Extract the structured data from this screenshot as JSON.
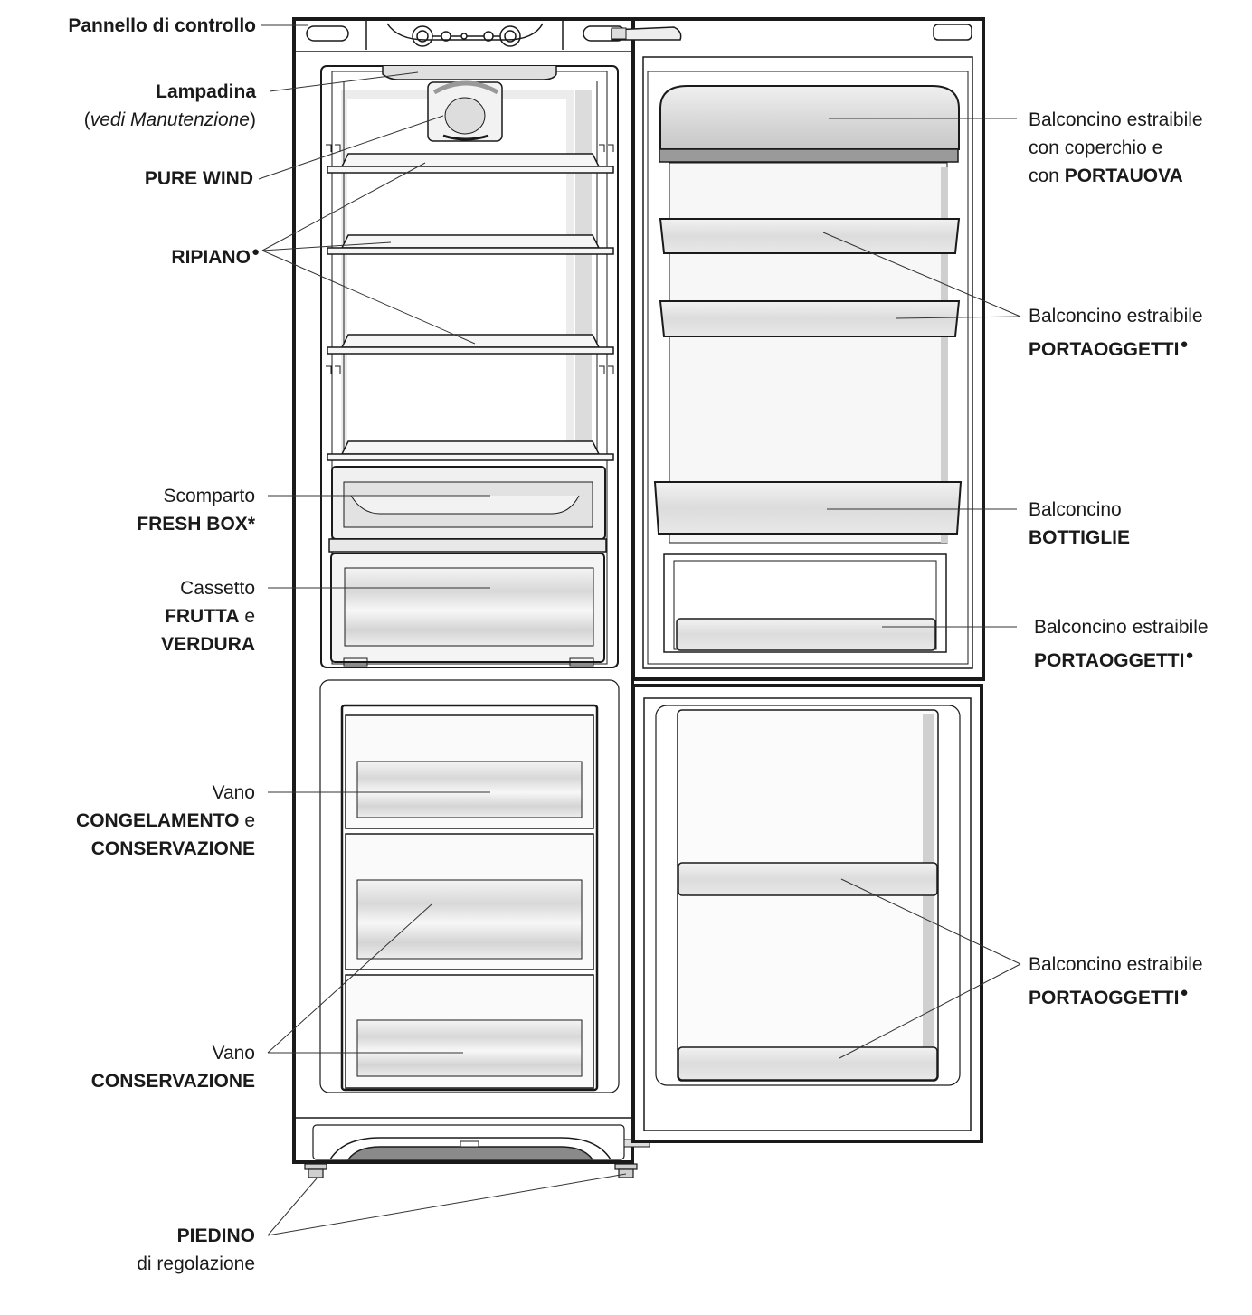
{
  "labels": {
    "pannello": {
      "text": "Pannello di controllo"
    },
    "lampadina": {
      "name": "Lampadina",
      "note_open": "(",
      "note": "vedi Manutenzione",
      "note_close": ")"
    },
    "pure_wind": {
      "text": "PURE WIND"
    },
    "ripiano": {
      "text": "RIPIANO",
      "mark": "●"
    },
    "fresh_box": {
      "line1": "Scomparto",
      "line2": "FRESH BOX",
      "mark": "*"
    },
    "cassetto": {
      "line1": "Cassetto",
      "line2a": "FRUTTA",
      "line2b": " e",
      "line3": "VERDURA"
    },
    "vano_cong": {
      "line1": "Vano",
      "line2a": "CONGELAMENTO",
      "line2b": " e",
      "line3": "CONSERVAZIONE"
    },
    "vano_cons": {
      "line1": "Vano",
      "line2": "CONSERVAZIONE"
    },
    "piedino": {
      "line1": "PIEDINO",
      "line2": "di regolazione"
    },
    "portauova": {
      "line1": "Balconcino estraibile",
      "line2": "con coperchio e",
      "line3a": "con ",
      "line3b": "PORTAUOVA"
    },
    "portaoggetti_1": {
      "line1": "Balconcino estraibile",
      "line2": "PORTAOGGETTI",
      "mark": "●"
    },
    "bottiglie": {
      "line1": "Balconcino",
      "line2": "BOTTIGLIE"
    },
    "portaoggetti_2": {
      "line1": "Balconcino estraibile",
      "line2": "PORTAOGGETTI",
      "mark": "●"
    },
    "portaoggetti_3": {
      "line1": "Balconcino estraibile",
      "line2": "PORTAOGGETTI",
      "mark": "●"
    }
  },
  "colors": {
    "outline": "#1a1a1a",
    "shade": "#d9d9d9",
    "light_shade": "#ececec",
    "leader": "#333333"
  }
}
